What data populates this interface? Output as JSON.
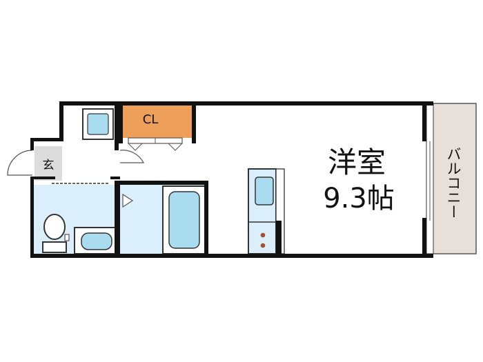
{
  "rooms": {
    "western_room": {
      "name": "洋室",
      "size": "9.3帖"
    },
    "closet": {
      "label": "CL"
    },
    "entrance": {
      "label": "玄"
    },
    "balcony": {
      "label": "バルコニー"
    }
  },
  "colors": {
    "wall": "#111111",
    "wet_area_fill": "#dbeefb",
    "fixture_fill": "#a9dcef",
    "closet_fill": "#ee9f5a",
    "balcony_fill": "#e7dfd9",
    "entrance_fill": "#dcdcdc",
    "stove_burner": "#a0522d"
  },
  "icons": [
    "washing-machine-icon",
    "toilet-icon",
    "washbasin-icon",
    "bathtub-icon",
    "sink-icon",
    "stove-icon",
    "door-swing-icon"
  ]
}
